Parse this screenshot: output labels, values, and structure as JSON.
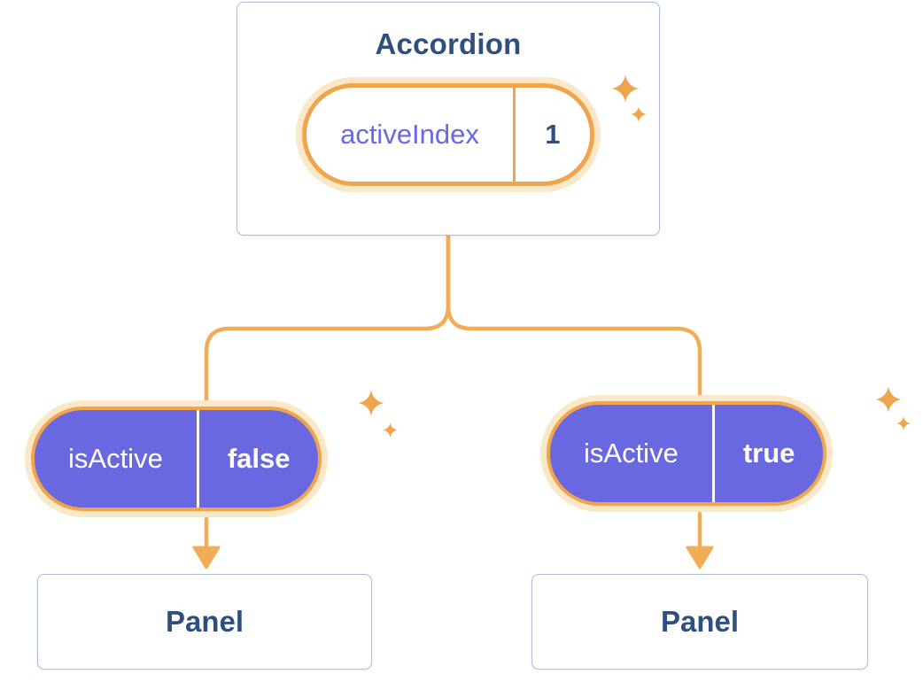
{
  "diagram": {
    "accordion": {
      "title": "Accordion",
      "state": {
        "label": "activeIndex",
        "value": "1"
      }
    },
    "children": [
      {
        "prop": {
          "label": "isActive",
          "value": "false"
        },
        "panel": {
          "title": "Panel"
        }
      },
      {
        "prop": {
          "label": "isActive",
          "value": "true"
        },
        "panel": {
          "title": "Panel"
        }
      }
    ],
    "icons": {
      "sparkle": "four-pointed star ✦"
    },
    "colors": {
      "orange": "#F0A44B",
      "orange_glow": "#FBE8C8",
      "line_orange": "#F2AC55",
      "purple": "#6A68E0",
      "navy": "#2F4F80",
      "card_border": "#A9BDD8"
    }
  }
}
